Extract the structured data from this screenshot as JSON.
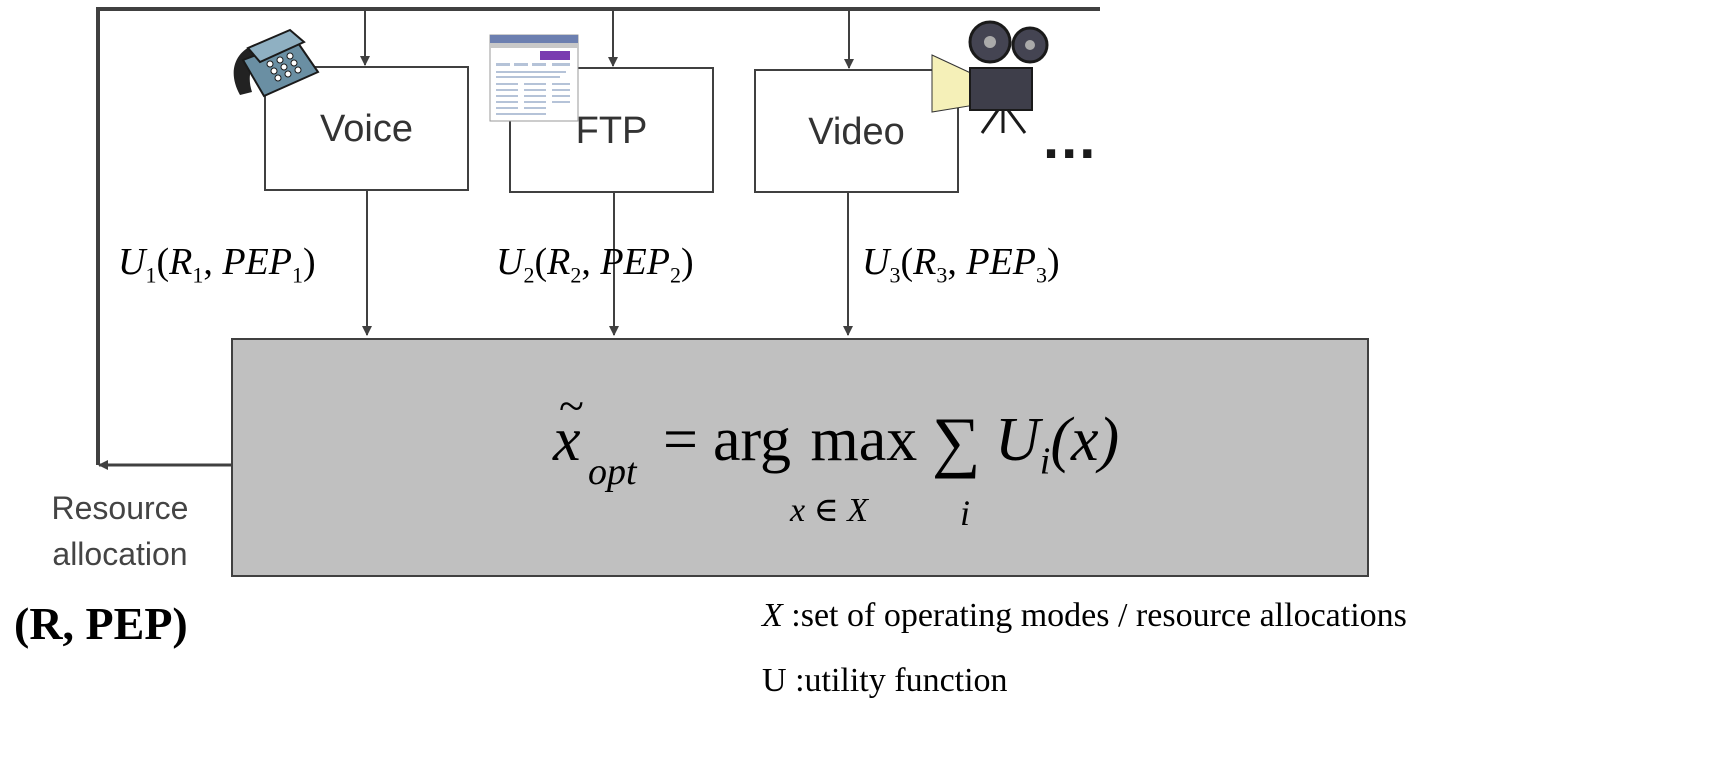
{
  "services": [
    {
      "label": "Voice",
      "icon": "telephone-icon",
      "utility": {
        "U": "U",
        "sub": "1",
        "R": "R",
        "PEP": "PEP"
      }
    },
    {
      "label": "FTP",
      "icon": "web-browser-icon",
      "utility": {
        "U": "U",
        "sub": "2",
        "R": "R",
        "PEP": "PEP"
      }
    },
    {
      "label": "Video",
      "icon": "film-projector-icon",
      "utility": {
        "U": "U",
        "sub": "3",
        "R": "R",
        "PEP": "PEP"
      }
    }
  ],
  "ellipsis": "...",
  "optimizer": {
    "lhs_var": "x",
    "lhs_sub": "opt",
    "equals": "=",
    "operator": "arg max",
    "constraint": "x ∈ X",
    "sum": "∑",
    "sum_index": "i",
    "term": "U",
    "term_sub": "i",
    "term_arg": "(x)"
  },
  "feedback": {
    "label_line1": "Resource",
    "label_line2": "allocation",
    "tuple": "(R, PEP)"
  },
  "legend": [
    {
      "symbol": "X",
      "separator": ":",
      "text": "set of operating modes / resource allocations"
    },
    {
      "symbol": "U",
      "separator": ":",
      "text": "utility function"
    }
  ],
  "colors": {
    "line": "#404040",
    "box_fill": "#c0c0c0",
    "box_border": "#404040",
    "text": "#333333"
  }
}
